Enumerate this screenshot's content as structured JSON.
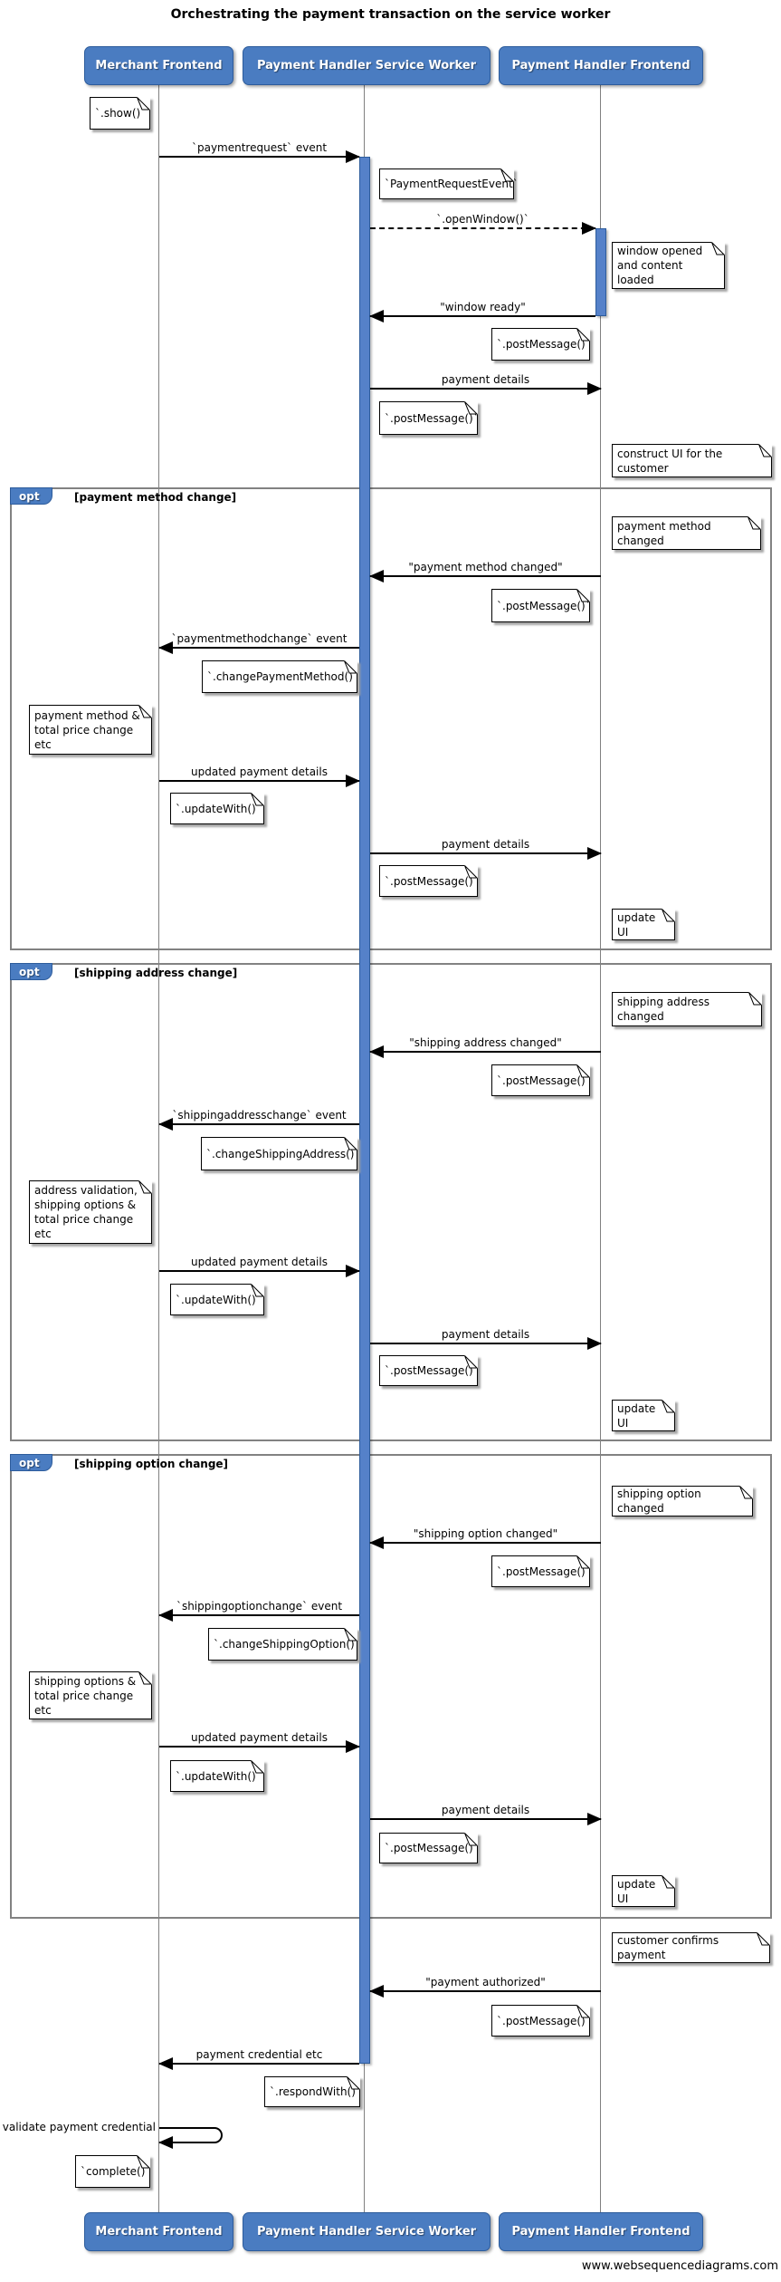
{
  "title": "Orchestrating the payment transaction on the service worker",
  "footer": "www.websequencediagrams.com",
  "actors": [
    {
      "id": "merchant-frontend",
      "label": "Merchant Frontend"
    },
    {
      "id": "payment-handler-service-worker",
      "label": "Payment Handler Service Worker"
    },
    {
      "id": "payment-handler-frontend",
      "label": "Payment Handler Frontend"
    }
  ],
  "fragments": [
    {
      "keyword": "opt",
      "condition": "[payment method change]"
    },
    {
      "keyword": "opt",
      "condition": "[shipping address change]"
    },
    {
      "keyword": "opt",
      "condition": "[shipping option change]"
    }
  ],
  "messages": [
    {
      "label": "`paymentrequest` event",
      "from": "merchant-frontend",
      "to": "payment-handler-service-worker",
      "style": "solid"
    },
    {
      "label": "`.openWindow()`",
      "from": "payment-handler-service-worker",
      "to": "payment-handler-frontend",
      "style": "dashed"
    },
    {
      "label": "\"window ready\"",
      "from": "payment-handler-frontend",
      "to": "payment-handler-service-worker",
      "style": "solid"
    },
    {
      "label": "payment details",
      "from": "payment-handler-service-worker",
      "to": "payment-handler-frontend",
      "style": "solid"
    },
    {
      "label": "\"payment method changed\"",
      "from": "payment-handler-frontend",
      "to": "payment-handler-service-worker",
      "style": "solid"
    },
    {
      "label": "`paymentmethodchange` event",
      "from": "payment-handler-service-worker",
      "to": "merchant-frontend",
      "style": "solid"
    },
    {
      "label": "updated payment details",
      "from": "merchant-frontend",
      "to": "payment-handler-service-worker",
      "style": "solid"
    },
    {
      "label": "payment details",
      "from": "payment-handler-service-worker",
      "to": "payment-handler-frontend",
      "style": "solid"
    },
    {
      "label": "\"shipping address changed\"",
      "from": "payment-handler-frontend",
      "to": "payment-handler-service-worker",
      "style": "solid"
    },
    {
      "label": "`shippingaddresschange` event",
      "from": "payment-handler-service-worker",
      "to": "merchant-frontend",
      "style": "solid"
    },
    {
      "label": "updated payment details",
      "from": "merchant-frontend",
      "to": "payment-handler-service-worker",
      "style": "solid"
    },
    {
      "label": "payment details",
      "from": "payment-handler-service-worker",
      "to": "payment-handler-frontend",
      "style": "solid"
    },
    {
      "label": "\"shipping option changed\"",
      "from": "payment-handler-frontend",
      "to": "payment-handler-service-worker",
      "style": "solid"
    },
    {
      "label": "`shippingoptionchange` event",
      "from": "payment-handler-service-worker",
      "to": "merchant-frontend",
      "style": "solid"
    },
    {
      "label": "updated payment details",
      "from": "merchant-frontend",
      "to": "payment-handler-service-worker",
      "style": "solid"
    },
    {
      "label": "payment details",
      "from": "payment-handler-service-worker",
      "to": "payment-handler-frontend",
      "style": "solid"
    },
    {
      "label": "\"payment authorized\"",
      "from": "payment-handler-frontend",
      "to": "payment-handler-service-worker",
      "style": "solid"
    },
    {
      "label": "payment credential etc",
      "from": "payment-handler-service-worker",
      "to": "merchant-frontend",
      "style": "solid"
    },
    {
      "label": "validate payment credential",
      "from": "merchant-frontend",
      "to": "merchant-frontend",
      "style": "self"
    }
  ],
  "notes": [
    {
      "text": "`.show()`",
      "anchor": "merchant-frontend"
    },
    {
      "text": "`PaymentRequestEvent`",
      "anchor": "payment-handler-service-worker"
    },
    {
      "text": "window opened\nand content loaded",
      "anchor": "payment-handler-frontend"
    },
    {
      "text": "`.postMessage()`",
      "anchor": "payment-handler-frontend"
    },
    {
      "text": "`.postMessage()`",
      "anchor": "payment-handler-service-worker"
    },
    {
      "text": "construct UI for the customer",
      "anchor": "payment-handler-frontend"
    },
    {
      "text": "payment method changed",
      "anchor": "payment-handler-frontend"
    },
    {
      "text": "`.postMessage()`",
      "anchor": "payment-handler-frontend"
    },
    {
      "text": "`.changePaymentMethod()`",
      "anchor": "payment-handler-service-worker"
    },
    {
      "text": "payment method &\ntotal price change etc",
      "anchor": "merchant-frontend"
    },
    {
      "text": "`.updateWith()`",
      "anchor": "merchant-frontend"
    },
    {
      "text": "`.postMessage()`",
      "anchor": "payment-handler-service-worker"
    },
    {
      "text": "update UI",
      "anchor": "payment-handler-frontend"
    },
    {
      "text": "shipping address changed",
      "anchor": "payment-handler-frontend"
    },
    {
      "text": "`.postMessage()`",
      "anchor": "payment-handler-frontend"
    },
    {
      "text": "`.changeShippingAddress()`",
      "anchor": "payment-handler-service-worker"
    },
    {
      "text": "address validation,\nshipping options &\ntotal price change etc",
      "anchor": "merchant-frontend"
    },
    {
      "text": "`.updateWith()`",
      "anchor": "merchant-frontend"
    },
    {
      "text": "`.postMessage()`",
      "anchor": "payment-handler-service-worker"
    },
    {
      "text": "update UI",
      "anchor": "payment-handler-frontend"
    },
    {
      "text": "shipping option changed",
      "anchor": "payment-handler-frontend"
    },
    {
      "text": "`.postMessage()`",
      "anchor": "payment-handler-frontend"
    },
    {
      "text": "`.changeShippingOption()`",
      "anchor": "payment-handler-service-worker"
    },
    {
      "text": "shipping options &\ntotal price change etc",
      "anchor": "merchant-frontend"
    },
    {
      "text": "`.updateWith()`",
      "anchor": "merchant-frontend"
    },
    {
      "text": "`.postMessage()`",
      "anchor": "payment-handler-service-worker"
    },
    {
      "text": "update UI",
      "anchor": "payment-handler-frontend"
    },
    {
      "text": "customer confirms payment",
      "anchor": "payment-handler-frontend"
    },
    {
      "text": "`.postMessage()`",
      "anchor": "payment-handler-frontend"
    },
    {
      "text": "`.respondWith()`",
      "anchor": "payment-handler-service-worker"
    },
    {
      "text": "`complete()`",
      "anchor": "merchant-frontend"
    }
  ],
  "colors": {
    "actor_fill": "#4a7cc1",
    "actor_border": "#2d5c9c",
    "activation_fill": "#5581c9",
    "fragment_border": "#828282",
    "lifeline": "#808080",
    "note_fill": "#ffffff",
    "note_border": "#000000"
  }
}
